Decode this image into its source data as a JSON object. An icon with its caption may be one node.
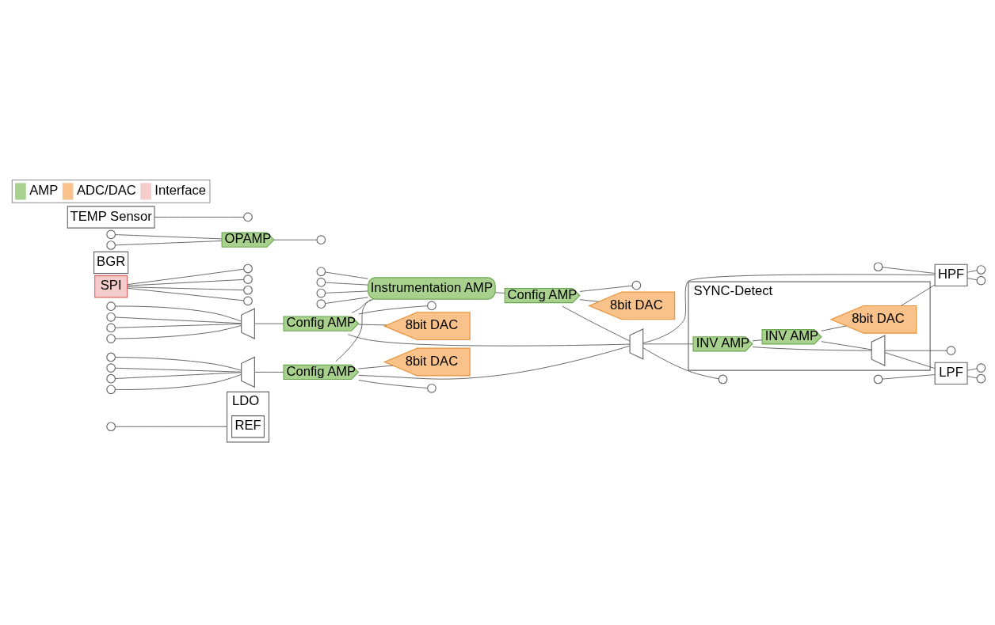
{
  "diagram": {
    "nodes": [
      {
        "text": [
          "LDO"
        ]
      },
      {
        "text": [
          "REF"
        ],
        "in": 0
      },
      {
        "text": [
          "Config AMP"
        ]
      },
      {
        "text": [
          "8bit DAC"
        ]
      },
      {
        "text": [
          "Instrumentation AMP"
        ]
      },
      {
        "text": [
          "Config AMP"
        ]
      },
      {
        "text": [
          "8bit DAC"
        ]
      },
      {
        "text": [
          "Config AMP"
        ]
      },
      {
        "text": [
          "8bit DAC"
        ]
      },
      {
        "text": [
          "SYNC-Detect"
        ]
      },
      {
        "text": [
          "INV AMP"
        ],
        "in": 9
      },
      {
        "text": [
          "INV AMP"
        ],
        "in": 9
      },
      {
        "text": [
          "8bit DAC"
        ],
        "in": 9
      },
      {
        "text": [
          "SPI"
        ]
      },
      {
        "text": [
          "LPF"
        ]
      },
      {
        "text": [
          "HPF"
        ]
      },
      {
        "text": [
          "BGR"
        ]
      },
      {
        "text": [
          "OPAMP"
        ]
      },
      {
        "text": [
          "TEMP Sensor"
        ]
      },
      {
        "text": [],
        "shape": "trapezoid"
      },
      {
        "text": [],
        "shape": "trapezoid"
      },
      {
        "text": [],
        "shape": "trapezoid"
      },
      {
        "text": [],
        "shape": "trapezoid",
        "in": 9
      },
      {
        "text": [],
        "shape": "circle"
      },
      {
        "text": [],
        "shape": "circle"
      },
      {
        "text": [],
        "shape": "circle"
      },
      {
        "text": [],
        "shape": "circle"
      },
      {
        "text": [],
        "shape": "circle"
      },
      {
        "text": [],
        "shape": "circle"
      },
      {
        "text": [],
        "shape": "circle"
      },
      {
        "text": [],
        "shape": "circle"
      },
      {
        "text": [],
        "shape": "circle"
      },
      {
        "text": [],
        "shape": "circle"
      },
      {
        "text": [],
        "shape": "circle"
      },
      {
        "text": [],
        "shape": "circle"
      },
      {
        "text": [],
        "shape": "circle"
      },
      {
        "text": [],
        "shape": "circle"
      },
      {
        "text": [],
        "shape": "circle"
      },
      {
        "text": [],
        "shape": "circle"
      },
      {
        "text": [],
        "shape": "circle"
      },
      {
        "text": [],
        "shape": "circle"
      },
      {
        "text": [],
        "shape": "circle"
      },
      {
        "text": [],
        "shape": "circle"
      },
      {
        "text": [],
        "shape": "circle"
      },
      {
        "text": [],
        "shape": "circle"
      },
      {
        "text": [],
        "shape": "circle"
      },
      {
        "text": [],
        "shape": "circle"
      },
      {
        "text": [],
        "shape": "circle"
      },
      {
        "text": [],
        "shape": "circle"
      },
      {
        "text": [],
        "shape": "circle"
      },
      {
        "text": [],
        "shape": "circle"
      },
      {
        "text": [],
        "shape": "circle"
      },
      {
        "text": [],
        "shape": "circle"
      },
      {
        "text": [],
        "shape": "circle"
      },
      {
        "text": [],
        "shape": "circle"
      }
    ],
    "edges": [
      {
        "from": 23,
        "to": 0,
        "arrow": "none"
      },
      {
        "from": 24,
        "to": 19,
        "arrow": "none"
      },
      {
        "from": 25,
        "to": 19,
        "arrow": "none"
      },
      {
        "from": 26,
        "to": 19,
        "arrow": "none"
      },
      {
        "from": 27,
        "to": 19,
        "arrow": "none"
      },
      {
        "from": 19,
        "to": 2,
        "arrow": "none"
      },
      {
        "from": 2,
        "to": 3,
        "arrow": "none"
      },
      {
        "from": 2,
        "to": 4,
        "arrow": "none"
      },
      {
        "from": 2,
        "to": 36,
        "arrow": "none"
      },
      {
        "from": 2,
        "to": 21,
        "arrow": "none"
      },
      {
        "from": 28,
        "to": 4,
        "arrow": "none"
      },
      {
        "from": 29,
        "to": 4,
        "arrow": "none"
      },
      {
        "from": 30,
        "to": 4,
        "arrow": "none"
      },
      {
        "from": 31,
        "to": 4,
        "arrow": "none"
      },
      {
        "from": 4,
        "to": 5,
        "arrow": "none"
      },
      {
        "from": 5,
        "to": 6,
        "arrow": "none"
      },
      {
        "from": 5,
        "to": 37,
        "arrow": "none"
      },
      {
        "from": 5,
        "to": 21,
        "arrow": "none"
      },
      {
        "from": 32,
        "to": 20,
        "arrow": "none"
      },
      {
        "from": 33,
        "to": 20,
        "arrow": "none"
      },
      {
        "from": 34,
        "to": 20,
        "arrow": "none"
      },
      {
        "from": 35,
        "to": 20,
        "arrow": "none"
      },
      {
        "from": 20,
        "to": 7,
        "arrow": "none"
      },
      {
        "from": 7,
        "to": 8,
        "arrow": "none"
      },
      {
        "from": 7,
        "to": 4,
        "arrow": "none"
      },
      {
        "from": 7,
        "to": 38,
        "arrow": "none"
      },
      {
        "from": 7,
        "to": 21,
        "arrow": "none"
      },
      {
        "from": 21,
        "to": 10,
        "arrow": "none"
      },
      {
        "from": 21,
        "to": 15,
        "arrow": "none"
      },
      {
        "from": 21,
        "to": 54,
        "arrow": "none"
      },
      {
        "from": 10,
        "to": 11,
        "arrow": "none"
      },
      {
        "from": 10,
        "to": 22,
        "arrow": "none"
      },
      {
        "from": 11,
        "to": 22,
        "arrow": "none"
      },
      {
        "from": 11,
        "to": 12,
        "arrow": "none"
      },
      {
        "from": 12,
        "to": 15,
        "arrow": "none"
      },
      {
        "from": 22,
        "to": 39,
        "arrow": "none"
      },
      {
        "from": 22,
        "to": 14,
        "arrow": "none"
      },
      {
        "from": 40,
        "to": 15,
        "arrow": "none"
      },
      {
        "from": 41,
        "to": 14,
        "arrow": "none"
      },
      {
        "from": 13,
        "to": 42,
        "arrow": "none"
      },
      {
        "from": 13,
        "to": 43,
        "arrow": "none"
      },
      {
        "from": 13,
        "to": 44,
        "arrow": "none"
      },
      {
        "from": 13,
        "to": 45,
        "arrow": "none"
      },
      {
        "from": 14,
        "to": 46,
        "arrow": "none"
      },
      {
        "from": 14,
        "to": 47,
        "arrow": "none"
      },
      {
        "from": 15,
        "to": 48,
        "arrow": "none"
      },
      {
        "from": 18,
        "to": 49,
        "arrow": "none"
      },
      {
        "from": 15,
        "to": 50,
        "arrow": "none"
      },
      {
        "from": 51,
        "to": 17,
        "arrow": "none"
      },
      {
        "from": 52,
        "to": 17,
        "arrow": "none"
      },
      {
        "from": 17,
        "to": 53,
        "arrow": "none"
      }
    ],
    "legend": [
      {
        "text": "AMP",
        "color": "#a9d18e"
      },
      {
        "text": "ADC/DAC",
        "color": "#f8c28a"
      },
      {
        "text": "Interface",
        "color": "#f4cccc"
      }
    ]
  }
}
